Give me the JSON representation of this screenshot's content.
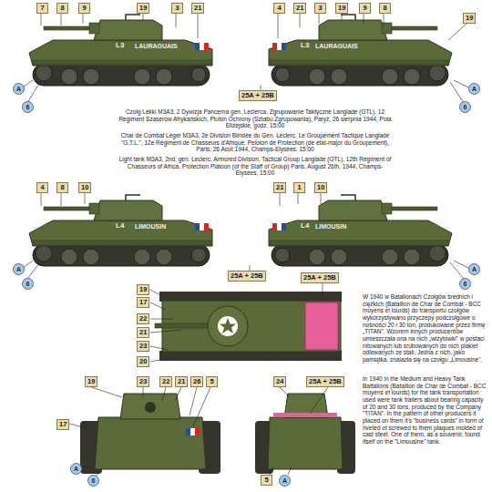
{
  "diagram": {
    "nodes": [
      {
        "text": [
          "7"
        ]
      },
      {
        "text": [
          "8"
        ]
      },
      {
        "text": [
          "9"
        ]
      },
      {
        "text": [
          "19"
        ]
      },
      {
        "text": [
          "3"
        ]
      },
      {
        "text": [
          "21"
        ]
      },
      {
        "text": [
          "4"
        ]
      },
      {
        "text": [
          "21"
        ]
      },
      {
        "text": [
          "3"
        ]
      },
      {
        "text": [
          "19"
        ]
      },
      {
        "text": [
          "9"
        ]
      },
      {
        "text": [
          "8"
        ]
      },
      {
        "text": [
          "19"
        ]
      },
      {
        "text": [
          "A"
        ]
      },
      {
        "text": [
          "6"
        ]
      },
      {
        "text": [
          "25A + 25B"
        ]
      },
      {
        "text": [
          "A"
        ]
      },
      {
        "text": [
          "6"
        ]
      },
      {
        "text": [
          "4"
        ]
      },
      {
        "text": [
          "8"
        ]
      },
      {
        "text": [
          "10"
        ]
      },
      {
        "text": [
          "21"
        ]
      },
      {
        "text": [
          "1"
        ]
      },
      {
        "text": [
          "10"
        ]
      },
      {
        "text": [
          "A"
        ]
      },
      {
        "text": [
          "6"
        ]
      },
      {
        "text": [
          "25A + 25B"
        ]
      },
      {
        "text": [
          "A"
        ]
      },
      {
        "text": [
          "6"
        ]
      },
      {
        "text": [
          "19"
        ]
      },
      {
        "text": [
          "17"
        ]
      },
      {
        "text": [
          "25A + 25B"
        ]
      },
      {
        "text": [
          "22"
        ]
      },
      {
        "text": [
          "21"
        ]
      },
      {
        "text": [
          "23"
        ]
      },
      {
        "text": [
          "20"
        ]
      },
      {
        "text": [
          "19"
        ]
      },
      {
        "text": [
          "23"
        ]
      },
      {
        "text": [
          "22"
        ]
      },
      {
        "text": [
          "21"
        ]
      },
      {
        "text": [
          "26"
        ]
      },
      {
        "text": [
          "5"
        ]
      },
      {
        "text": [
          "17"
        ]
      },
      {
        "text": [
          "A"
        ]
      },
      {
        "text": [
          "6"
        ]
      },
      {
        "text": [
          "24"
        ]
      },
      {
        "text": [
          "25A + 25B"
        ]
      },
      {
        "text": [
          "5"
        ]
      },
      {
        "text": [
          "A"
        ]
      }
    ],
    "labels": [
      "Czołg Lekki M3A3, 2 Dywizja Pancerna gen. Leclerca, Zgrupowanie Taktyczne Langlade (GTL), 12 Regiment Szaserów Afrykańskich, Pluton Ochrony (Sztabu Zgrupowania), Paryż, 26 sierpnia 1944, Pola Elizejskie, godz. 15:00",
      "Char de Combat Léger M3A3, 2e Division Blindée du Gen. Leclerc, Le Groupement Tactique Langlade \"G.T.L.\", 12e Régiment de Chasseurs d'Afrique, Peloton de Protection (de état-major du Groupement), Paris, 26 Août 1944, Champs-Elysées, 15:00",
      "Light tank M3A3, 2nd. gen. Leclerc, Armored Division, Tactical Group Langlade (GTL), 12th Regiment of Chasseurs of Africa, Protection Platoon (of the Staff of Group) Paris, August 26th, 1944, Champs-Elysées, 15:00",
      "L3",
      "LAURAGUAIS",
      "L3",
      "LAURAGUAIS",
      "L4",
      "LIMOUSIN",
      "L4",
      "LIMOUSIN",
      "W 1940 w Batalionach Czołgów średnich i ciężkich (Bataillon de Char de Combat - BCC moyens et lourds) do transportu czołgów wykorzystywano przyczepy podczołgowe o nośności 20 i 30 ton, produkowane przez firmę „TITAN\". Wzorem innych producentów umieszczała ona na nich „wizytówki\" w postaci nitowanych lub śrubowanych do nich plakiet odlewanych ze stali. Jedna z nich, jako pamiątka, znalazła się na czołgu „Limousine\".",
      "In 1940 in the Medium and Heavy Tank Battalions (Bataillon de Char de Combat - BCC moyens et lourds) for the tank transportation used were tank trailers about bearing capacity of 20 and 30 tons, produced by the Company \"TITAN\". In the pattern of other producers it placed on them it's \"business cards\" in form of riveted ot screwed to them plaques molded of cast steel. One of them, as a souvenir, found itself on the \"Limousine\" tank."
    ]
  }
}
